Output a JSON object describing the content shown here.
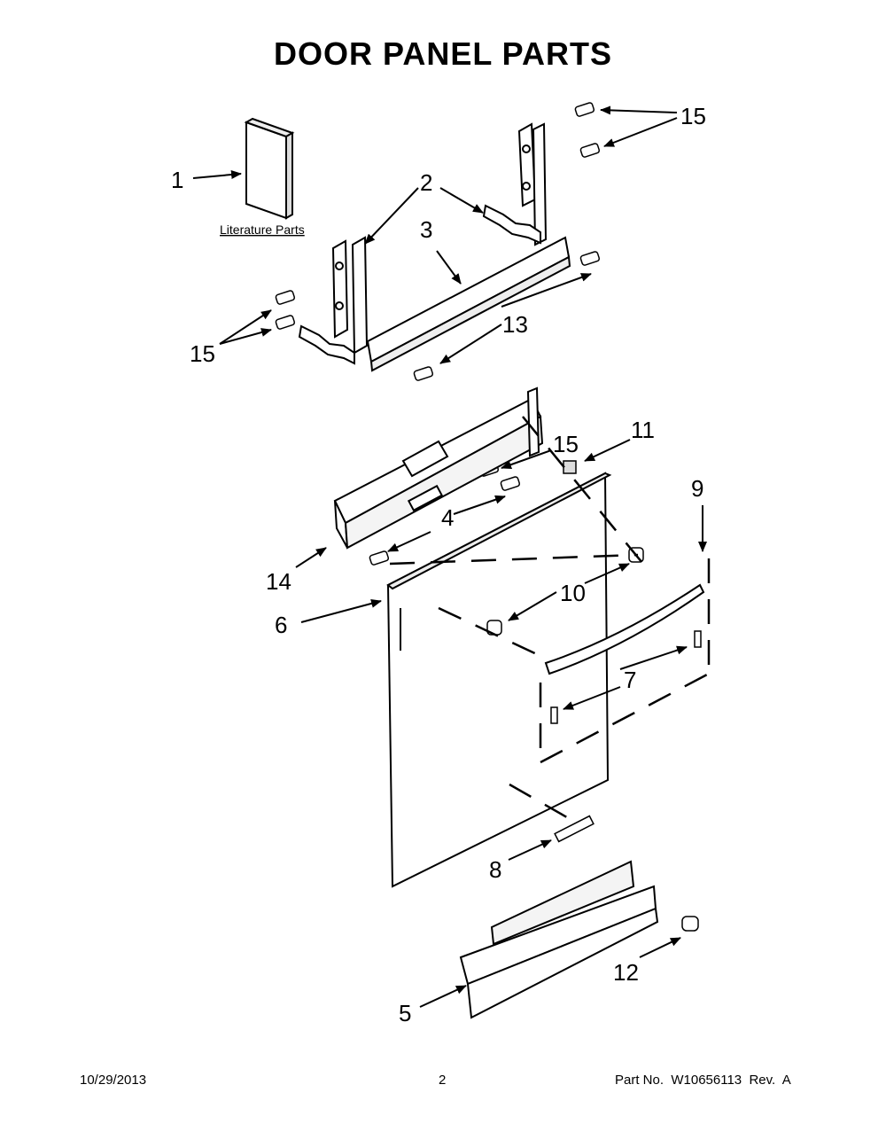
{
  "title": "DOOR PANEL PARTS",
  "literature_label": "Literature Parts",
  "callouts": {
    "c1": "1",
    "c2": "2",
    "c3": "3",
    "c4": "4",
    "c5": "5",
    "c6": "6",
    "c7": "7",
    "c8": "8",
    "c9": "9",
    "c10": "10",
    "c11": "11",
    "c12": "12",
    "c13": "13",
    "c14": "14",
    "c15a": "15",
    "c15b": "15",
    "c15c": "15"
  },
  "footer": {
    "date": "10/29/2013",
    "page": "2",
    "part": "Part No.  W10656113  Rev.  A"
  }
}
